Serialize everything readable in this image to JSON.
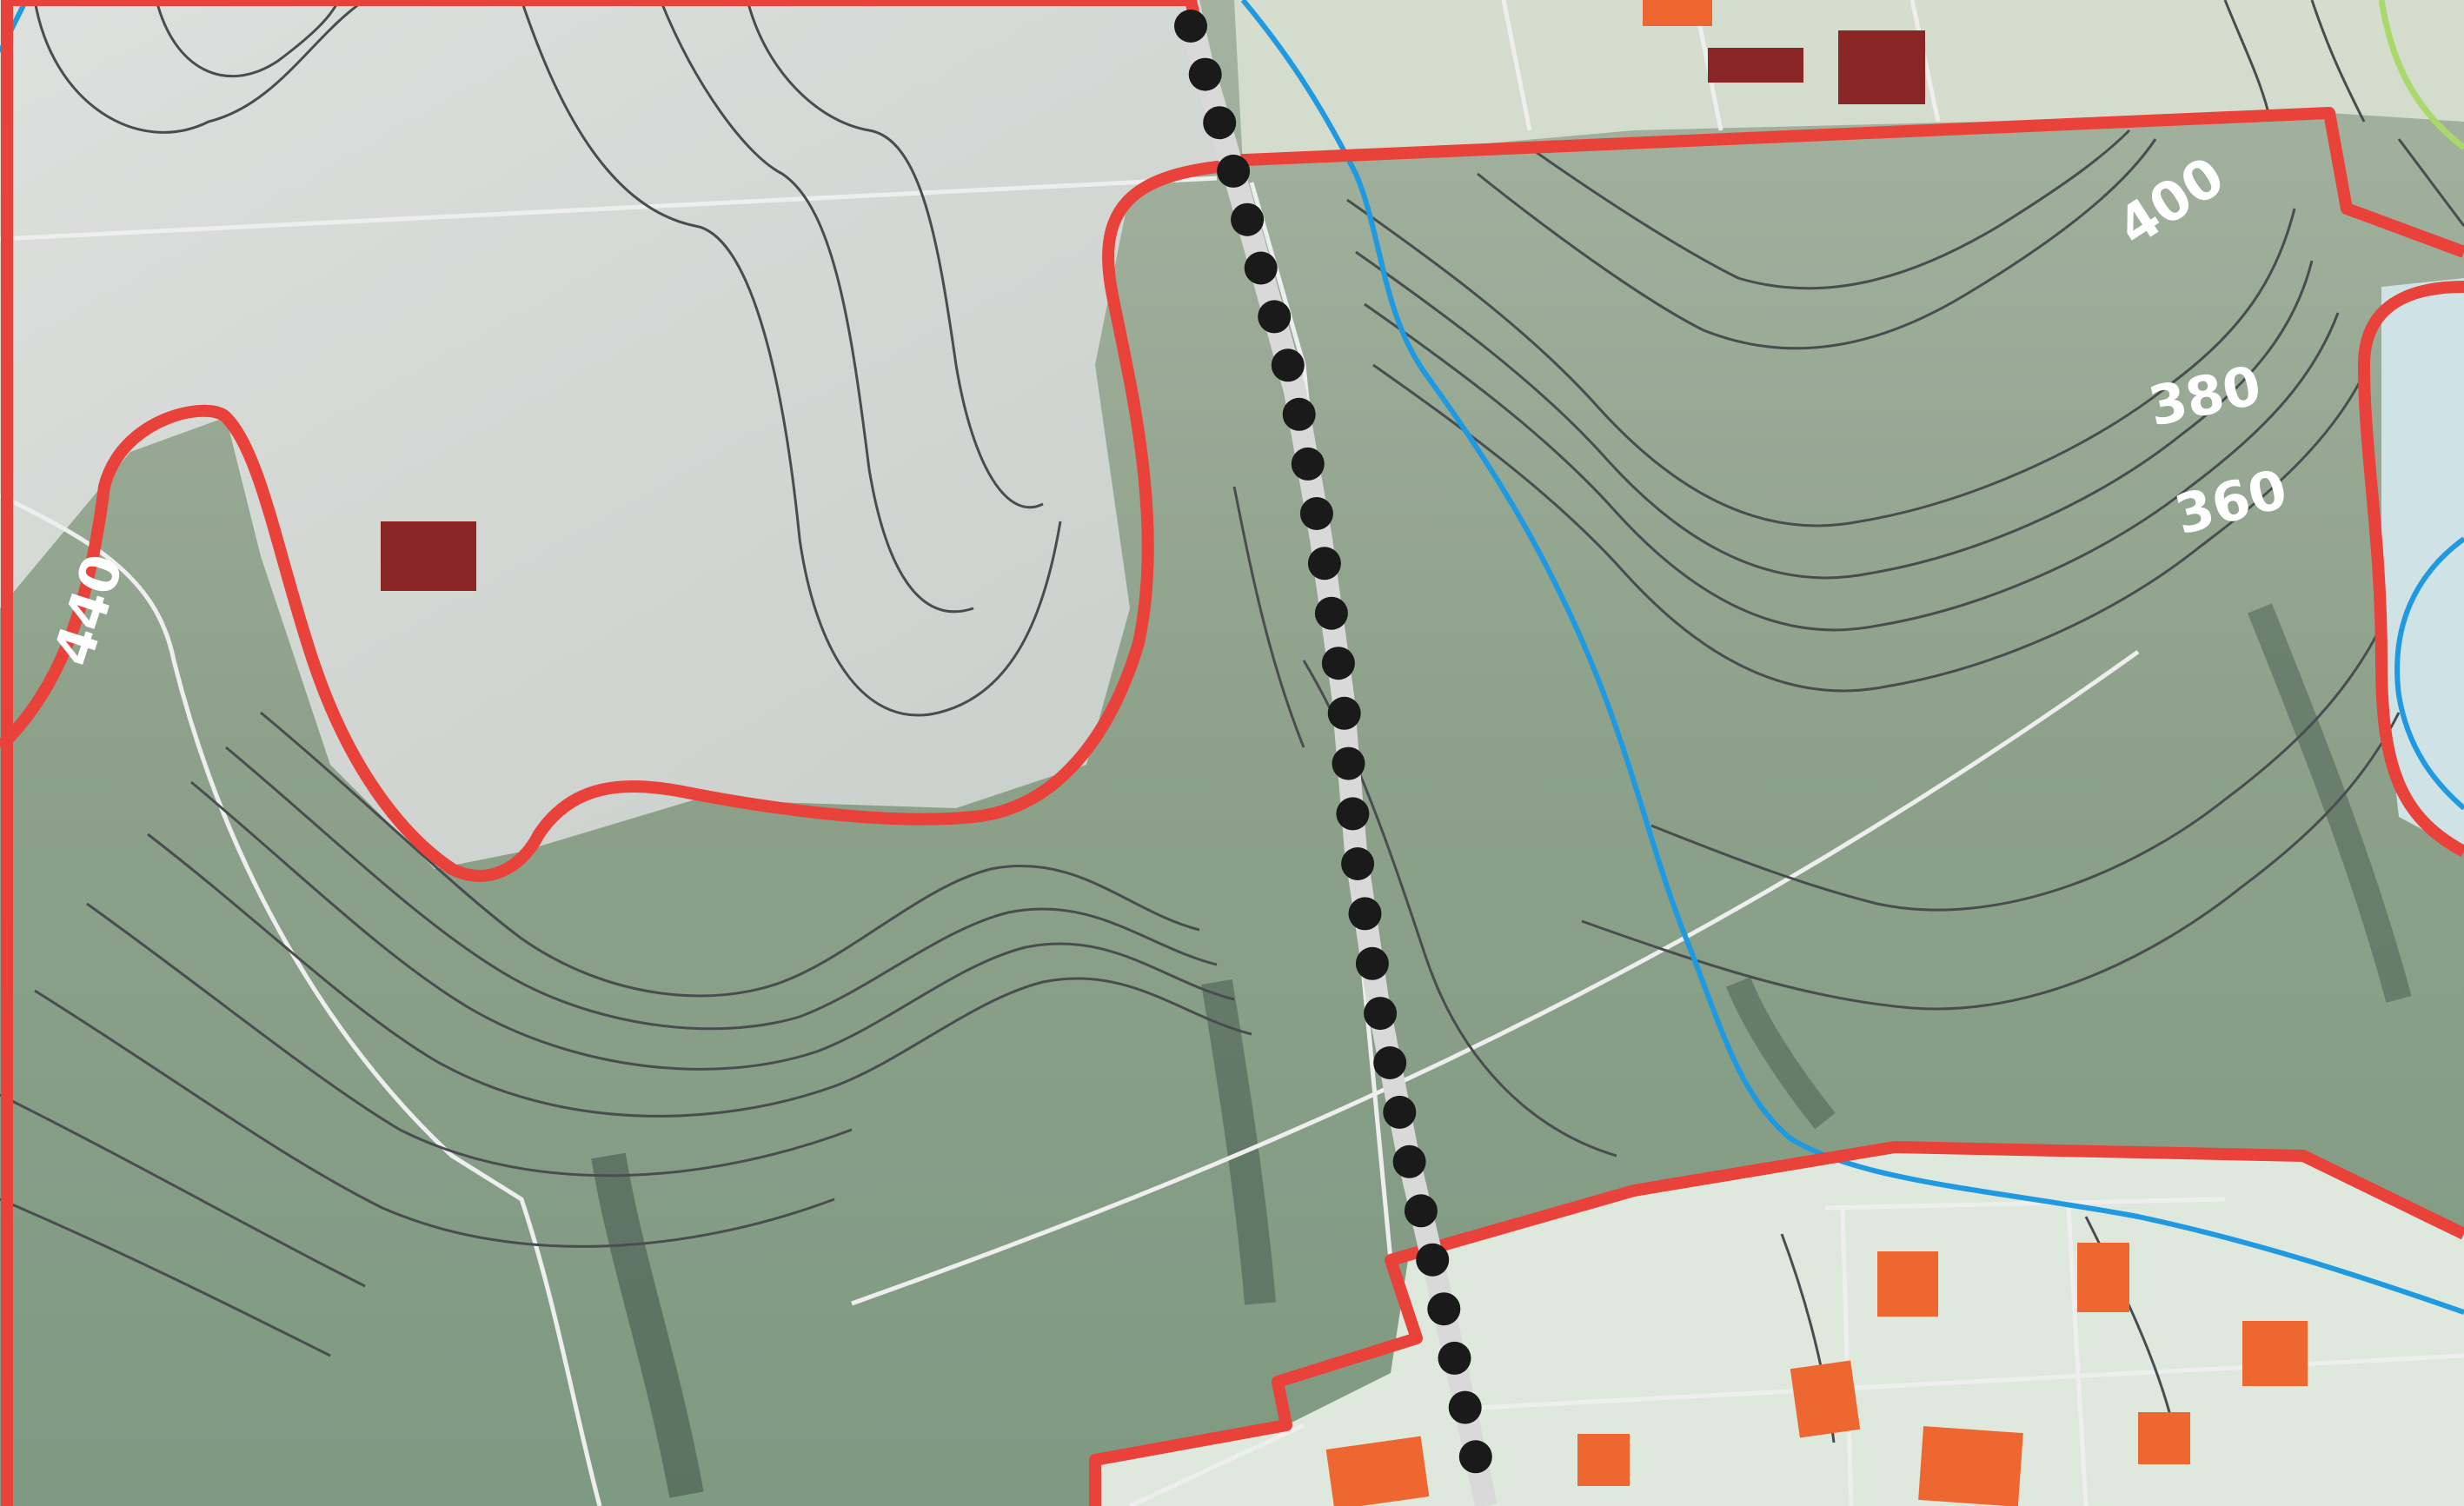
{
  "map": {
    "contour_labels": {
      "label_440": "440",
      "label_400": "400",
      "label_380": "380",
      "label_360": "360"
    },
    "colors": {
      "boundary": "#e8423a",
      "stream": "#1f9ae0",
      "contour": "#4a4d4f",
      "contour_major": "#3b3d3f",
      "track": "#1a1a1a",
      "building_existing": "#8a2626",
      "building_proposed": "#ee6630",
      "parcel_line": "#e8e8e8",
      "zone_green": "#a8d96a",
      "shaded_area": "#d6d8d8",
      "pasture": "#8ea58a",
      "settlement": "#dfe8dc"
    },
    "symbols": {
      "dotted_track": "dotted-line-icon",
      "building": "rectangle-icon"
    }
  }
}
